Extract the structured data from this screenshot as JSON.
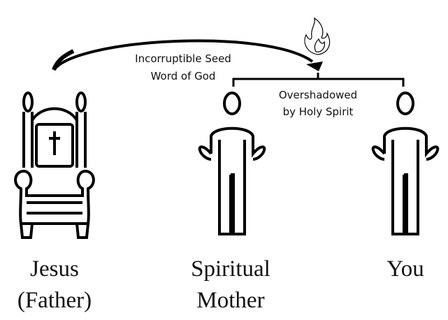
{
  "arrow_label": {
    "line1": "Incorruptible Seed",
    "line2": "Word of God"
  },
  "bracket_label": {
    "line1": "Overshadowed",
    "line2": "by Holy Spirit"
  },
  "figures": [
    {
      "line1": "Jesus",
      "line2": "(Father)",
      "icon": "throne-icon"
    },
    {
      "line1": "Spiritual",
      "line2": "Mother",
      "icon": "person-icon"
    },
    {
      "line1": "You",
      "icon": "person-icon"
    }
  ],
  "symbol": "flame-icon"
}
